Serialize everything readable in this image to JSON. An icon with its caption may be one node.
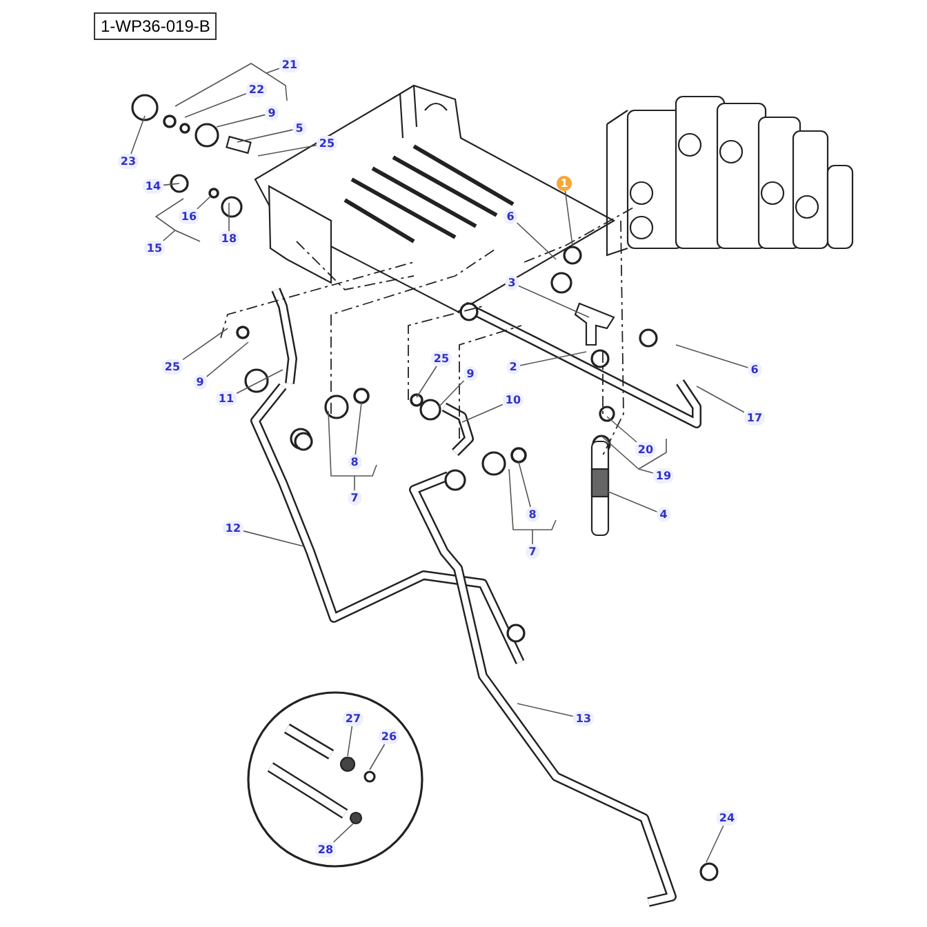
{
  "diagram": {
    "nodes": [
      {
        "text": [
          "21"
        ]
      },
      {
        "text": [
          "22"
        ]
      },
      {
        "text": [
          "9"
        ]
      },
      {
        "text": [
          "23"
        ]
      },
      {
        "text": [
          "5"
        ]
      },
      {
        "text": [
          "25"
        ]
      },
      {
        "text": [
          "1"
        ]
      },
      {
        "text": [
          "14"
        ]
      },
      {
        "text": [
          "16"
        ]
      },
      {
        "text": [
          "6"
        ]
      },
      {
        "text": [
          "18"
        ]
      },
      {
        "text": [
          "15"
        ]
      },
      {
        "text": [
          "3"
        ]
      },
      {
        "text": [
          "25"
        ]
      },
      {
        "text": [
          "9"
        ]
      },
      {
        "text": [
          "25"
        ]
      },
      {
        "text": [
          "2"
        ]
      },
      {
        "text": [
          "6"
        ]
      },
      {
        "text": [
          "9"
        ]
      },
      {
        "text": [
          "11"
        ]
      },
      {
        "text": [
          "10"
        ]
      },
      {
        "text": [
          "17"
        ]
      },
      {
        "text": [
          "20"
        ]
      },
      {
        "text": [
          "8"
        ]
      },
      {
        "text": [
          "19"
        ]
      },
      {
        "text": [
          "7"
        ]
      },
      {
        "text": [
          "8"
        ]
      },
      {
        "text": [
          "4"
        ]
      },
      {
        "text": [
          "12"
        ]
      },
      {
        "text": [
          "7"
        ]
      },
      {
        "text": [
          "13"
        ]
      },
      {
        "text": [
          "27"
        ]
      },
      {
        "text": [
          "26"
        ]
      },
      {
        "text": [
          "24"
        ]
      },
      {
        "text": [
          "28"
        ]
      }
    ],
    "edges": [
      {
        "from": 0,
        "to": null,
        "arrow": "none"
      },
      {
        "from": 1,
        "to": null,
        "arrow": "none"
      },
      {
        "from": 2,
        "to": null,
        "arrow": "none"
      },
      {
        "from": 3,
        "to": null,
        "arrow": "none"
      },
      {
        "from": 4,
        "to": null,
        "arrow": "none"
      },
      {
        "from": 5,
        "to": null,
        "arrow": "none"
      },
      {
        "from": 6,
        "to": null,
        "arrow": "none"
      },
      {
        "from": 7,
        "to": null,
        "arrow": "none"
      },
      {
        "from": 8,
        "to": null,
        "arrow": "none"
      },
      {
        "from": 9,
        "to": null,
        "arrow": "none"
      },
      {
        "from": 10,
        "to": null,
        "arrow": "none"
      },
      {
        "from": 11,
        "to": null,
        "arrow": "none"
      },
      {
        "from": 12,
        "to": null,
        "arrow": "none"
      },
      {
        "from": 13,
        "to": null,
        "arrow": "none"
      },
      {
        "from": 14,
        "to": null,
        "arrow": "none"
      },
      {
        "from": 15,
        "to": null,
        "arrow": "none"
      },
      {
        "from": 16,
        "to": null,
        "arrow": "none"
      },
      {
        "from": 17,
        "to": null,
        "arrow": "none"
      },
      {
        "from": 18,
        "to": null,
        "arrow": "none"
      },
      {
        "from": 19,
        "to": null,
        "arrow": "none"
      },
      {
        "from": 20,
        "to": null,
        "arrow": "none"
      },
      {
        "from": 21,
        "to": null,
        "arrow": "none"
      },
      {
        "from": 22,
        "to": null,
        "arrow": "none"
      },
      {
        "from": 23,
        "to": null,
        "arrow": "none"
      },
      {
        "from": 24,
        "to": null,
        "arrow": "none"
      },
      {
        "from": 25,
        "to": null,
        "arrow": "none"
      },
      {
        "from": 26,
        "to": null,
        "arrow": "none"
      },
      {
        "from": 27,
        "to": null,
        "arrow": "none"
      },
      {
        "from": 28,
        "to": null,
        "arrow": "none"
      },
      {
        "from": 29,
        "to": null,
        "arrow": "none"
      },
      {
        "from": 30,
        "to": null,
        "arrow": "none"
      },
      {
        "from": 31,
        "to": null,
        "arrow": "none"
      },
      {
        "from": 32,
        "to": null,
        "arrow": "none"
      },
      {
        "from": 33,
        "to": null,
        "arrow": "none"
      },
      {
        "from": 34,
        "to": null,
        "arrow": "none"
      }
    ],
    "labels": [
      "1-WP36-019-B"
    ]
  }
}
